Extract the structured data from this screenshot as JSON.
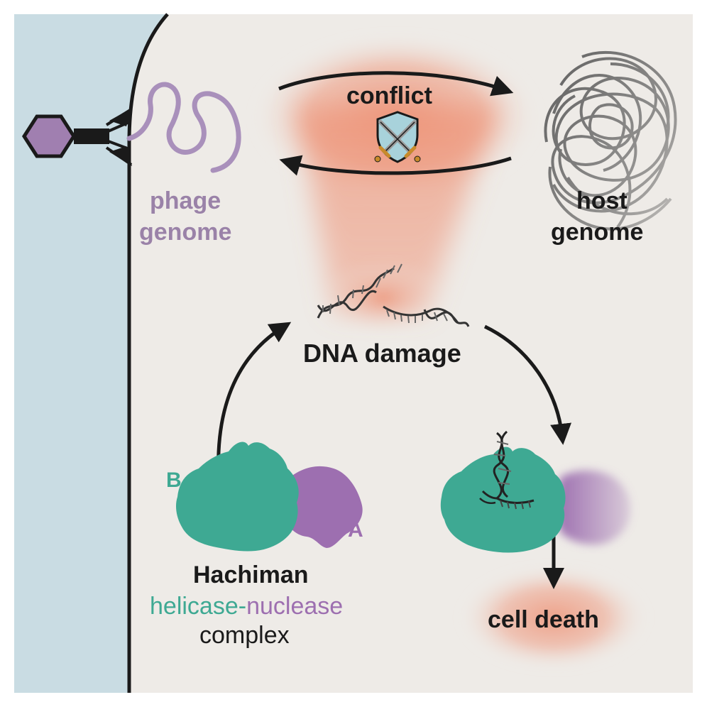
{
  "labels": {
    "conflict": "conflict",
    "phage_genome_line1": "phage",
    "phage_genome_line2": "genome",
    "host_genome_line1": "host",
    "host_genome_line2": "genome",
    "dna_damage": "DNA damage",
    "subunit_b": "B",
    "subunit_a": "A",
    "hachiman": "Hachiman",
    "helicase": "helicase-",
    "nuclease": "nuclease",
    "complex": "complex",
    "cell_death": "cell death"
  },
  "colors": {
    "extracellular": "#c9dce3",
    "cell_interior": "#eeebe7",
    "membrane": "#1a1a1a",
    "phage": "#a07fb0",
    "phage_text": "#9a82a8",
    "host_genome": "#5a5a5a",
    "glow": "#ed8f72",
    "subunit_b": "#3ea993",
    "subunit_a": "#9d6fb0",
    "text": "#1a1a1a",
    "shield": "#a8d2db"
  },
  "icons": {
    "phage": "phage-icon",
    "shield": "crossed-swords-shield-icon",
    "dna": "dna-helix-icon"
  }
}
